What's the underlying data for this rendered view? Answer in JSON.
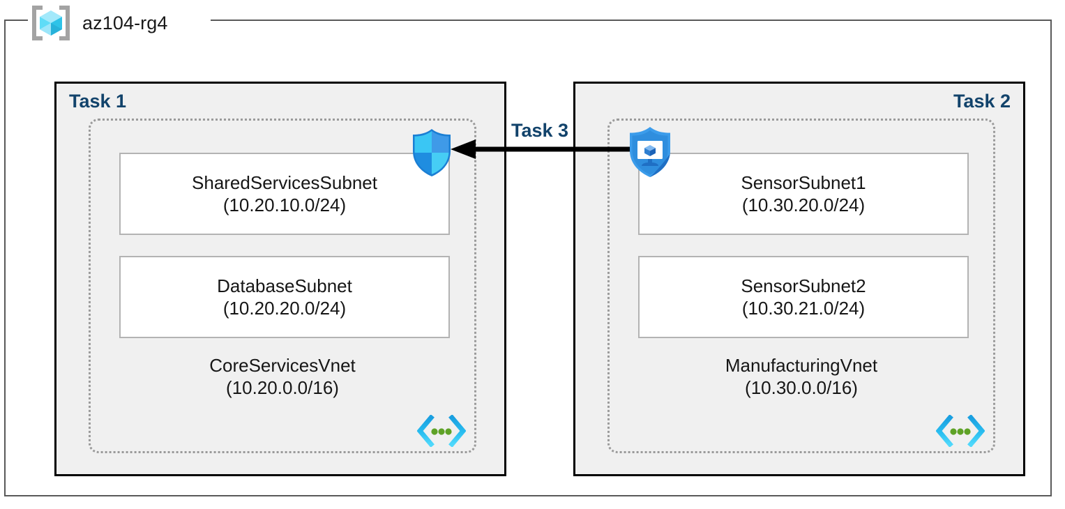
{
  "resource_group": {
    "name": "az104-rg4",
    "icon": "resource-group-cube-icon"
  },
  "connection": {
    "label": "Task 3",
    "direction": "right-to-left",
    "source_icon": "bastion-shield-vm-icon",
    "target_icon": "firewall-shield-icon"
  },
  "colors": {
    "task_label": "#12436b",
    "task_fill": "#f0f0f0",
    "task_border": "#000000",
    "vnet_border": "#9a9a9a",
    "subnet_border": "#b3b3b3",
    "rg_border": "#595959",
    "arrow": "#000000",
    "azure_blue": "#0f83d9",
    "azure_cyan": "#46cdf5",
    "vnet_dot_green": "#5ea226"
  },
  "tasks": [
    {
      "label": "Task 1",
      "align": "left",
      "vnet": {
        "name": "CoreServicesVnet",
        "cidr": "(10.20.0.0/16)",
        "icon": "virtual-network-icon"
      },
      "subnets": [
        {
          "name": "SharedServicesSubnet",
          "cidr": "(10.20.10.0/24)"
        },
        {
          "name": "DatabaseSubnet",
          "cidr": "(10.20.20.0/24)"
        }
      ]
    },
    {
      "label": "Task 2",
      "align": "right",
      "vnet": {
        "name": "ManufacturingVnet",
        "cidr": "(10.30.0.0/16)",
        "icon": "virtual-network-icon"
      },
      "subnets": [
        {
          "name": "SensorSubnet1",
          "cidr": "(10.30.20.0/24)"
        },
        {
          "name": "SensorSubnet2",
          "cidr": "(10.30.21.0/24)"
        }
      ]
    }
  ]
}
